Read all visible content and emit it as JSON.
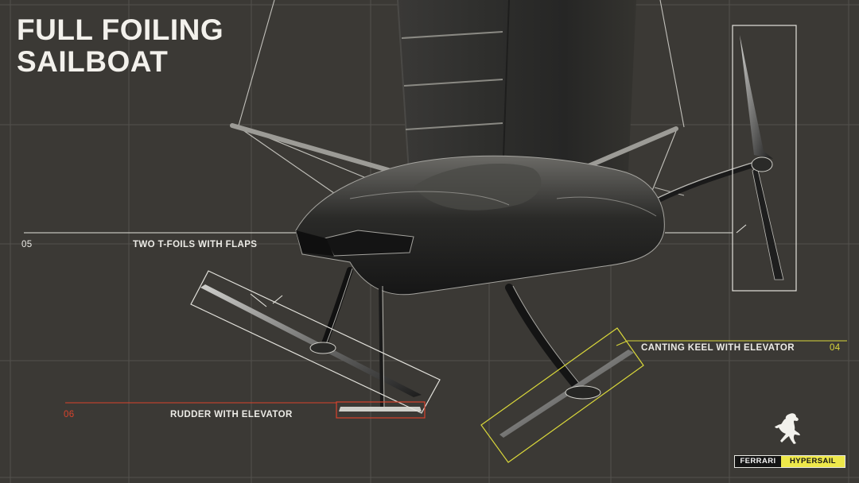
{
  "title": {
    "line1": "FULL FOILING",
    "line2": "SAILBOAT"
  },
  "callouts": {
    "tfoils": {
      "number": "05",
      "label": "TWO T-FOILS WITH FLAPS"
    },
    "rudder": {
      "number": "06",
      "label": "RUDDER WITH ELEVATOR"
    },
    "keel": {
      "number": "04",
      "label": "CANTING KEEL WITH ELEVATOR"
    }
  },
  "brand": {
    "part1": "FERRARI",
    "part2": "HYPERSAIL",
    "logo_icon": "prancing-horse-icon"
  },
  "colors": {
    "background": "#3b3935",
    "grid": "#5b5955",
    "text": "#ecebe6",
    "accent_red": "#d8432c",
    "accent_yellow": "#d9d73a",
    "brand_yellow": "#eee84a"
  }
}
